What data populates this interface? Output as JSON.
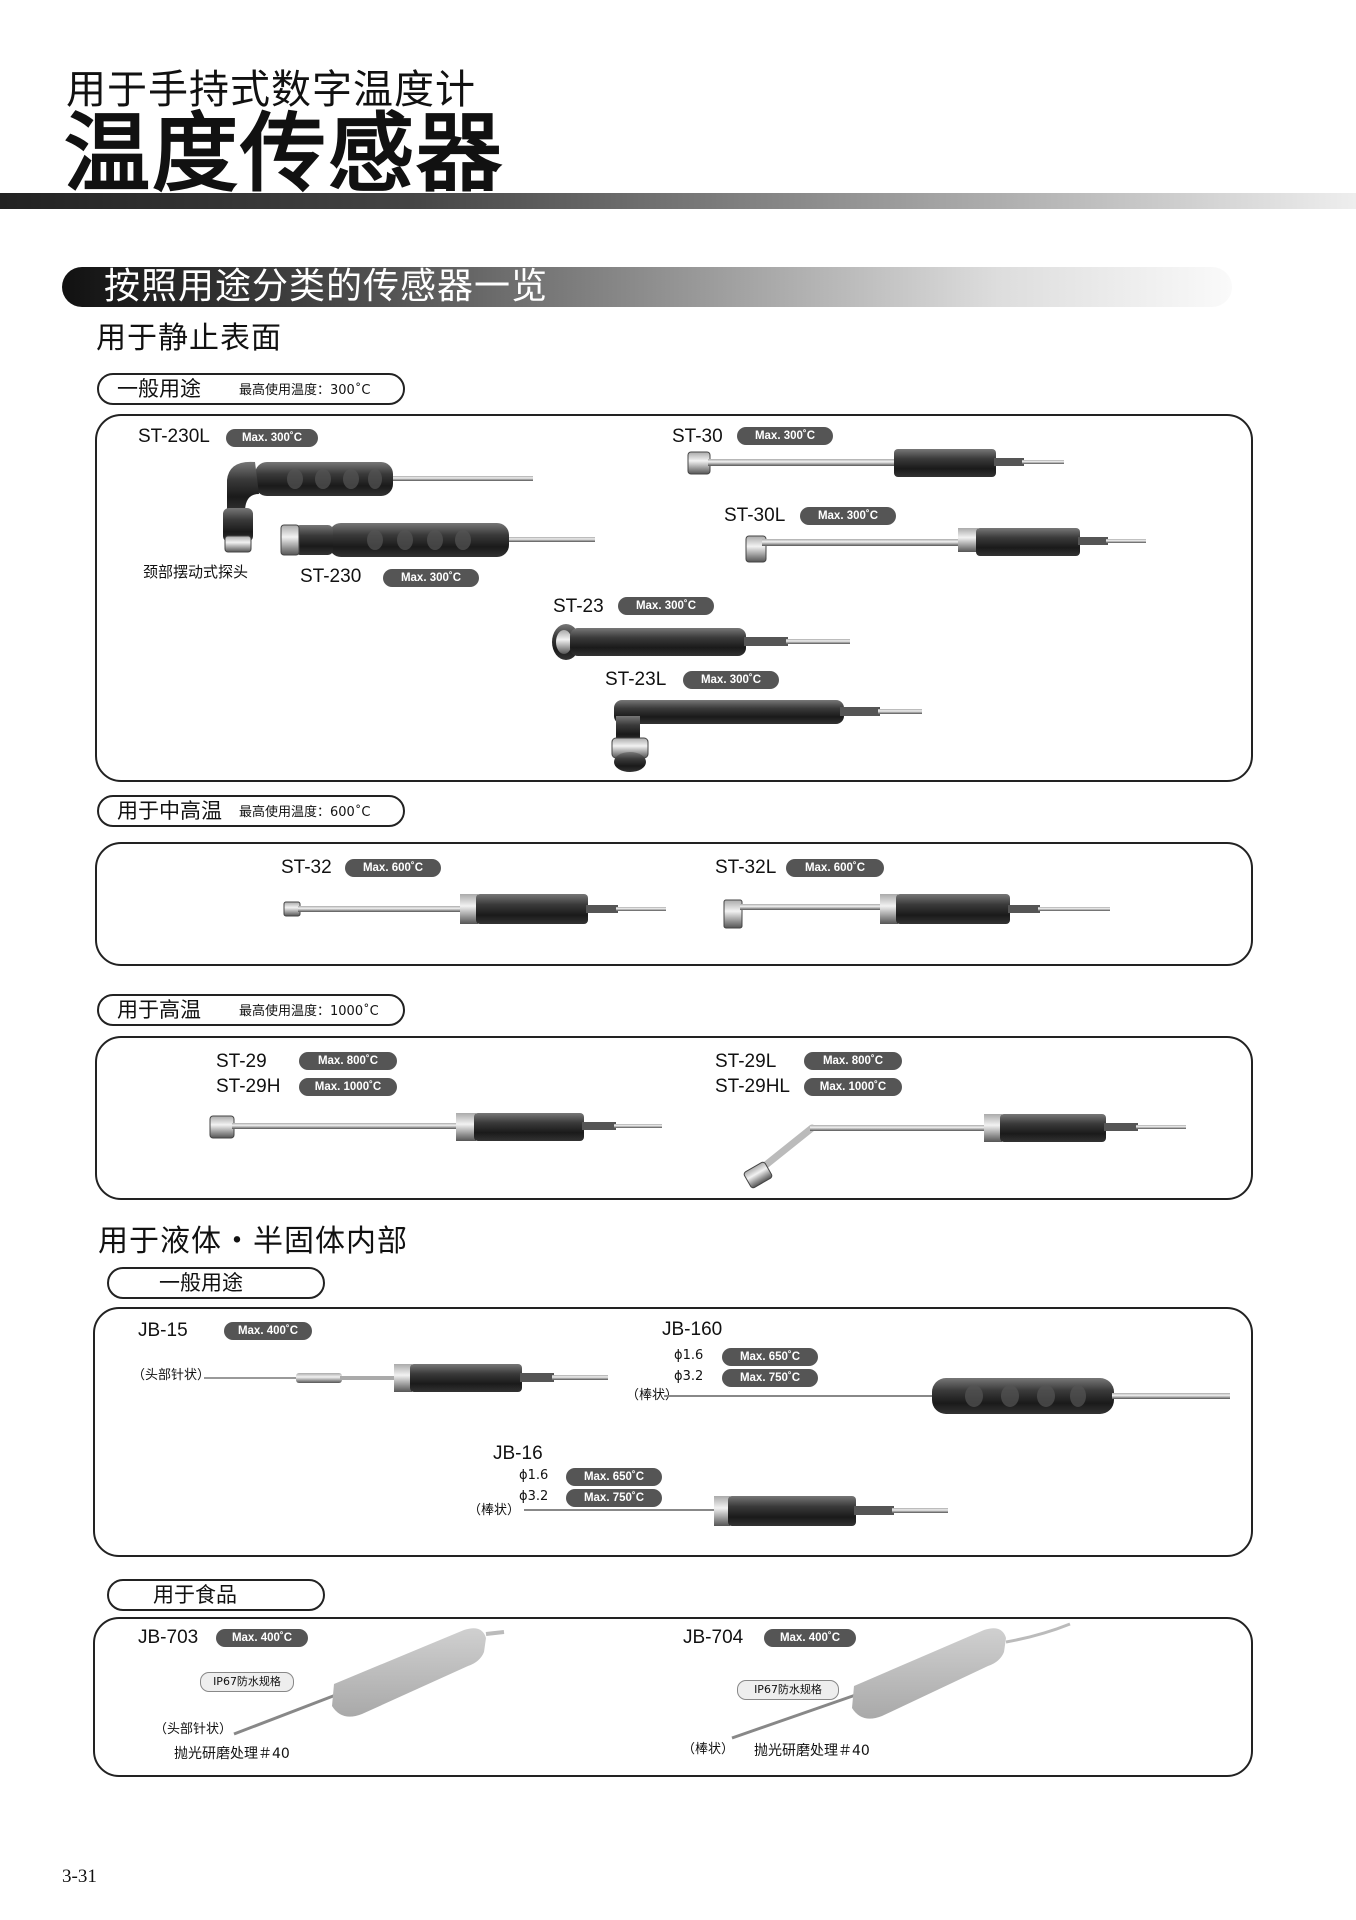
{
  "header": {
    "subtitle": "用于手持式数字温度计",
    "title": "温度传感器"
  },
  "section_title": "按照用途分类的传感器一览",
  "static_surface": {
    "heading": "用于静止表面",
    "general": {
      "label": "一般用途",
      "max_note": "最高使用温度：300˚C",
      "items": [
        {
          "model": "ST-230L",
          "max": "Max. 300˚C"
        },
        {
          "model": "ST-230",
          "max": "Max. 300˚C"
        },
        {
          "model": "ST-30",
          "max": "Max. 300˚C"
        },
        {
          "model": "ST-30L",
          "max": "Max. 300˚C"
        },
        {
          "model": "ST-23",
          "max": "Max. 300˚C"
        },
        {
          "model": "ST-23L",
          "max": "Max. 300˚C"
        }
      ],
      "swivel_note": "颈部摆动式探头"
    },
    "mid_high": {
      "label": "用于中高温",
      "max_note": "最高使用温度：600˚C",
      "items": [
        {
          "model": "ST-32",
          "max": "Max. 600˚C"
        },
        {
          "model": "ST-32L",
          "max": "Max. 600˚C"
        }
      ]
    },
    "high": {
      "label": "用于高温",
      "max_note": "最高使用温度：1000˚C",
      "items": [
        {
          "model": "ST-29",
          "max": "Max. 800˚C"
        },
        {
          "model": "ST-29H",
          "max": "Max. 1000˚C"
        },
        {
          "model": "ST-29L",
          "max": "Max. 800˚C"
        },
        {
          "model": "ST-29HL",
          "max": "Max. 1000˚C"
        }
      ]
    }
  },
  "liquid": {
    "heading": "用于液体・半固体内部",
    "general": {
      "label": "一般用途",
      "jb15": {
        "model": "JB-15",
        "max": "Max. 400˚C",
        "note": "（头部针状）"
      },
      "jb160": {
        "model": "JB-160",
        "d1": "ϕ1.6",
        "max1": "Max. 650˚C",
        "d2": "ϕ3.2",
        "max2": "Max. 750˚C",
        "note": "（棒状）"
      },
      "jb16": {
        "model": "JB-16",
        "d1": "ϕ1.6",
        "max1": "Max. 650˚C",
        "d2": "ϕ3.2",
        "max2": "Max. 750˚C",
        "note": "（棒状）"
      }
    },
    "food": {
      "label": "用于食品",
      "jb703": {
        "model": "JB-703",
        "max": "Max. 400˚C",
        "ip": "IP67防水规格",
        "note": "（头部针状）",
        "finish": "抛光研磨处理＃40"
      },
      "jb704": {
        "model": "JB-704",
        "max": "Max. 400˚C",
        "ip": "IP67防水规格",
        "note": "（棒状）",
        "finish": "抛光研磨处理＃40"
      }
    }
  },
  "page_number": "3-31"
}
